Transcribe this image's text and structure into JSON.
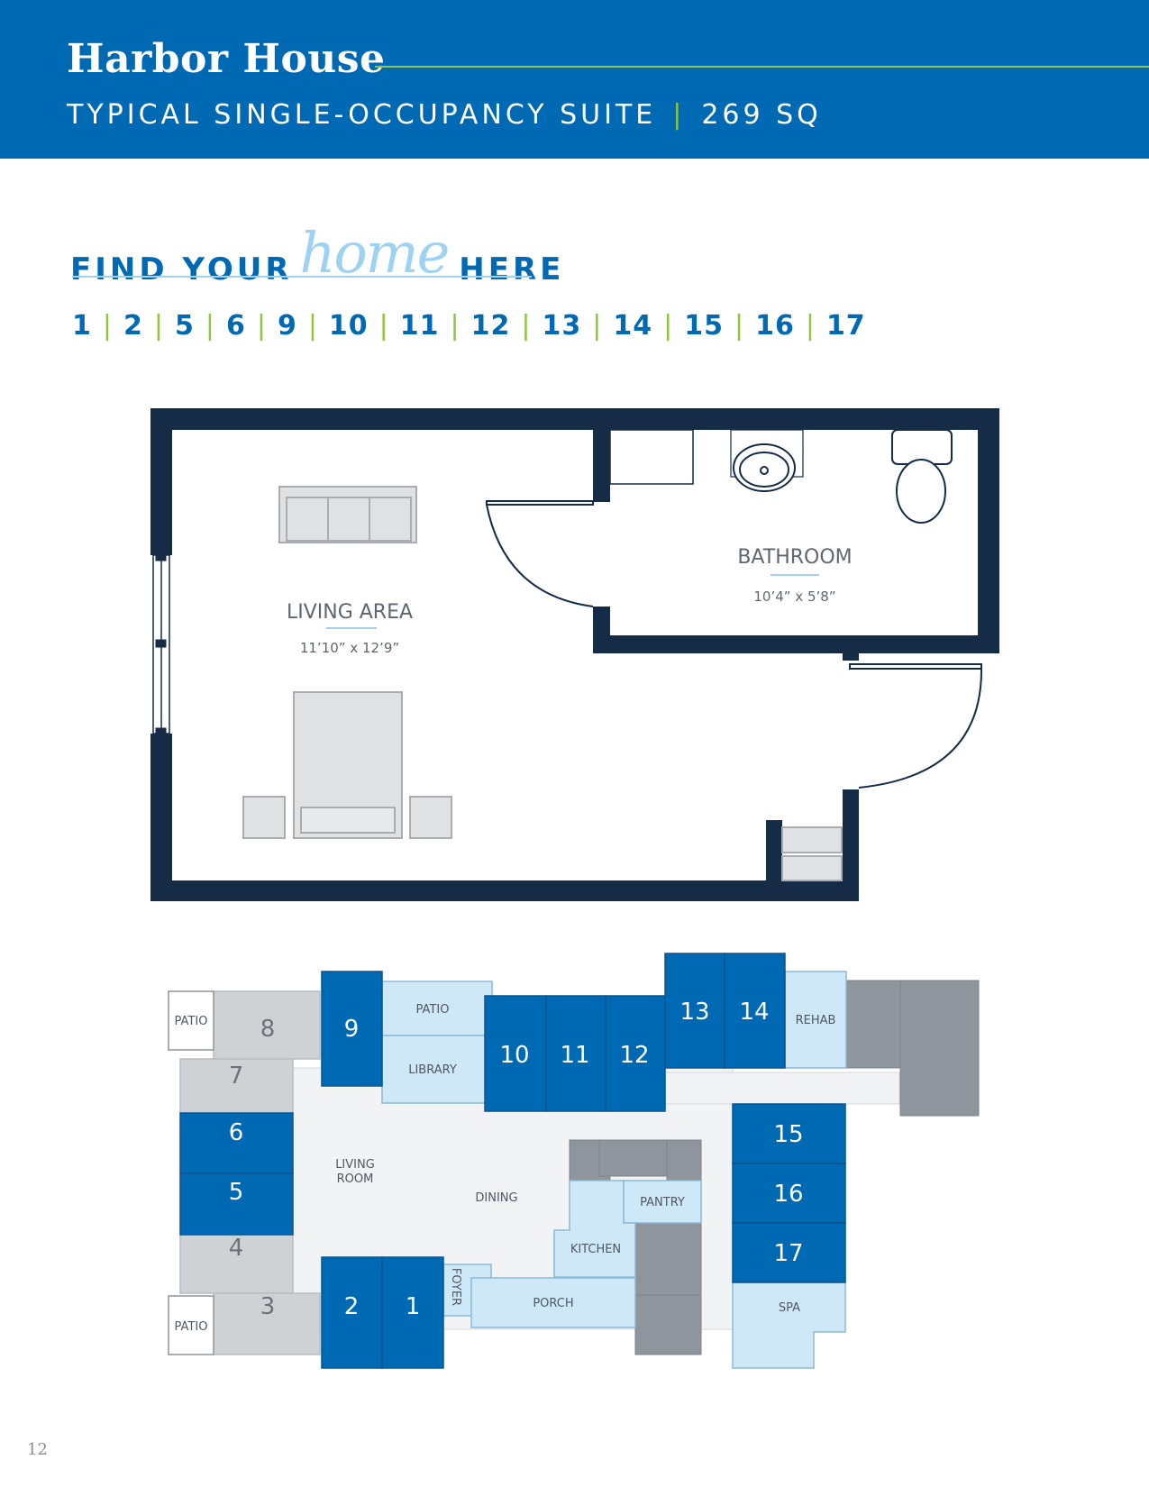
{
  "header": {
    "title": "Harbor House",
    "subtitle": "TYPICAL SINGLE-OCCUPANCY SUITE",
    "area": "269 SQ",
    "separator": "|"
  },
  "tagline": {
    "find": "FIND",
    "your": "YOUR",
    "home": "home",
    "here": "HERE"
  },
  "suite_numbers": [
    "1",
    "2",
    "5",
    "6",
    "9",
    "10",
    "11",
    "12",
    "13",
    "14",
    "15",
    "16",
    "17"
  ],
  "floorplan": {
    "living_area": {
      "label": "LIVING AREA",
      "dimensions": "11’10” x 12’9”"
    },
    "bathroom": {
      "label": "BATHROOM",
      "dimensions": "10’4” x 5’8”"
    }
  },
  "site_plan": {
    "units": [
      "1",
      "2",
      "3",
      "4",
      "5",
      "6",
      "7",
      "8",
      "9",
      "10",
      "11",
      "12",
      "13",
      "14",
      "15",
      "16",
      "17"
    ],
    "patio_top": "PATIO",
    "patio_bottom": "PATIO",
    "patio_mid": "PATIO",
    "library": "LIBRARY",
    "rehab": "REHAB",
    "living_room": [
      "LIVING",
      "ROOM"
    ],
    "dining": "DINING",
    "pantry": "PANTRY",
    "kitchen": "KITCHEN",
    "porch": "PORCH",
    "foyer": "FOYER",
    "spa": "SPA"
  },
  "colors": {
    "brand_blue": "#0069b4",
    "accent_green": "#8dc63f",
    "light_blue": "#cfe8f7",
    "wall": "#162b45"
  },
  "page_number": "12"
}
